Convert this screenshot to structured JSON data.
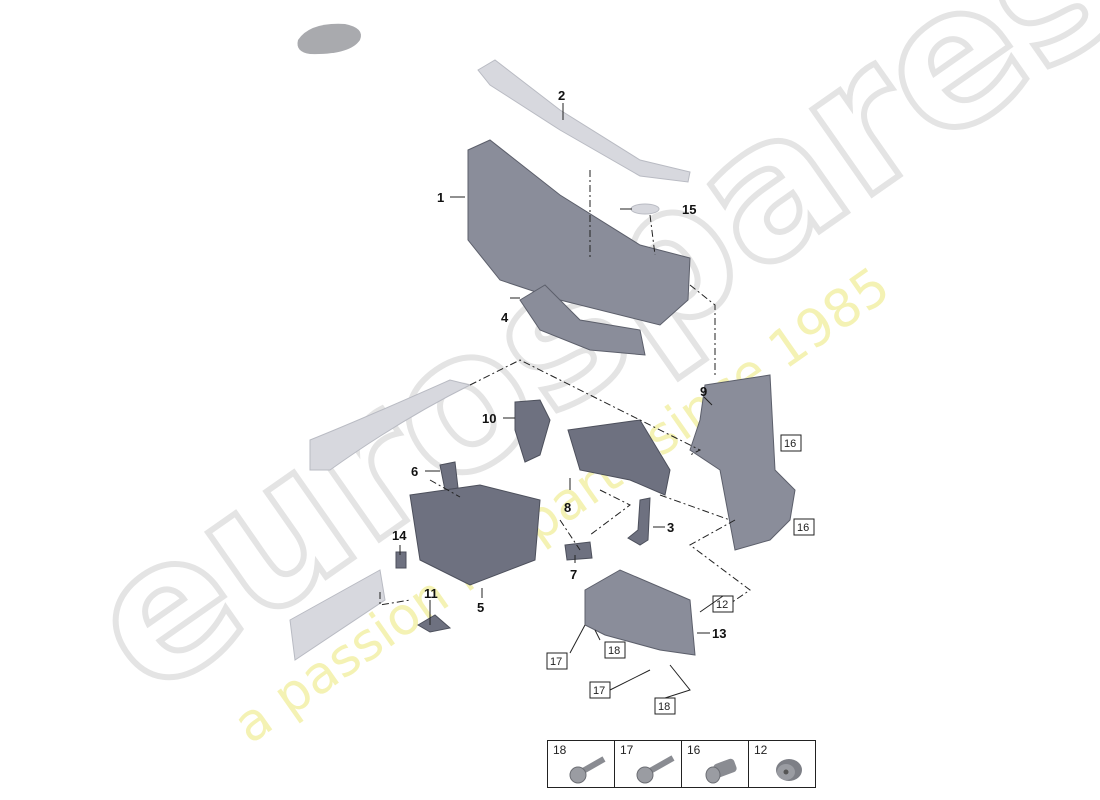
{
  "watermark": {
    "brand": "eurospares",
    "tagline": "a passion for parts since 1985",
    "tagline_color": "#f0ec90"
  },
  "callouts": [
    "1",
    "2",
    "3",
    "4",
    "5",
    "6",
    "7",
    "8",
    "9",
    "10",
    "11",
    "13",
    "14",
    "15"
  ],
  "boxed_refs": [
    "12",
    "16",
    "16",
    "17",
    "17",
    "18",
    "18"
  ],
  "legend": [
    {
      "number": "18",
      "icon": "flange-bolt-icon"
    },
    {
      "number": "17",
      "icon": "flange-screw-icon"
    },
    {
      "number": "16",
      "icon": "rivet-nut-icon"
    },
    {
      "number": "12",
      "icon": "bushing-nut-icon"
    }
  ]
}
